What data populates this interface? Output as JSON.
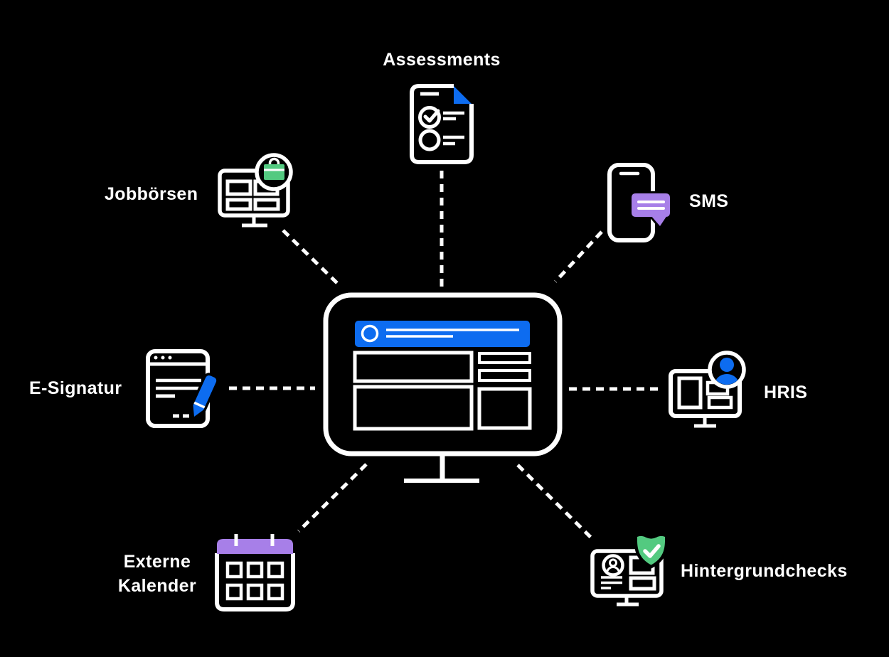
{
  "diagram": {
    "background": "#000000",
    "colors": {
      "blue": "#0D6CF0",
      "purple": "#A77FE8",
      "green": "#53CA80",
      "white": "#FFFFFF"
    },
    "center": {
      "icon": "ats-monitor-icon"
    },
    "nodes": [
      {
        "id": "assessments",
        "label": "Assessments",
        "icon": "assessment-document-icon",
        "position": "top"
      },
      {
        "id": "jobboersen",
        "label": "Jobbörsen",
        "icon": "job-board-icon",
        "position": "top-left"
      },
      {
        "id": "sms",
        "label": "SMS",
        "icon": "phone-message-icon",
        "position": "top-right"
      },
      {
        "id": "e-signatur",
        "label": "E-Signatur",
        "icon": "document-signature-icon",
        "position": "left"
      },
      {
        "id": "hris",
        "label": "HRIS",
        "icon": "hris-monitor-icon",
        "position": "right"
      },
      {
        "id": "externe-kalender",
        "label": "Externe Kalender",
        "icon": "calendar-icon",
        "position": "bottom-left"
      },
      {
        "id": "hintergrundchecks",
        "label": "Hintergrundchecks",
        "icon": "background-check-icon",
        "position": "bottom-right"
      }
    ]
  }
}
